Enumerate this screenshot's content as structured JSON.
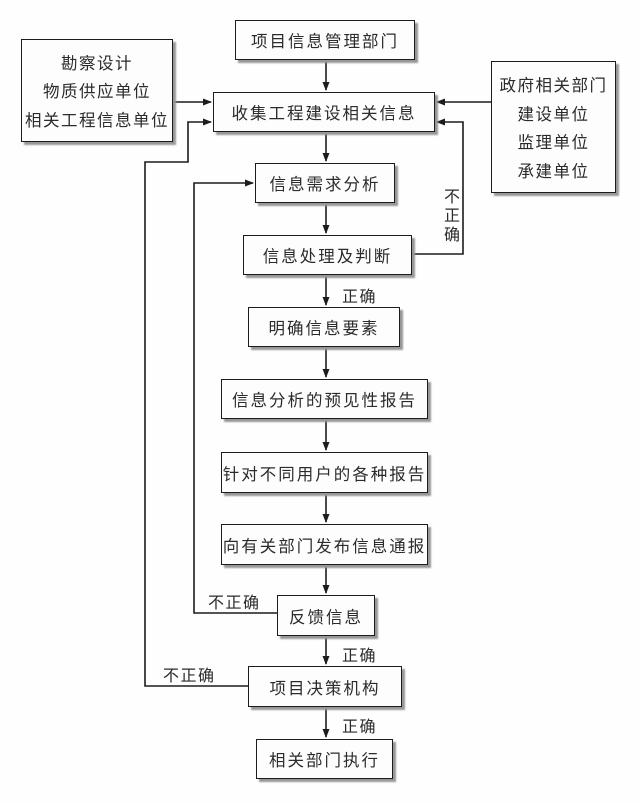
{
  "diagram": {
    "nodes": {
      "top": "项目信息管理部门",
      "collect": "收集工程建设相关信息",
      "need": "信息需求分析",
      "process": "信息处理及判断",
      "clarify": "明确信息要素",
      "forecast": "信息分析的预见性报告",
      "reports": "针对不同用户的各种报告",
      "notify": "向有关部门发布信息通报",
      "feedback": "反馈信息",
      "decision": "项目决策机构",
      "execute": "相关部门执行"
    },
    "left_sources": [
      "勘察设计",
      "物质供应单位",
      "相关工程信息单位"
    ],
    "right_sources": [
      "政府相关部门",
      "建设单位",
      "监理单位",
      "承建单位"
    ],
    "labels": {
      "correct_after_process": "正确",
      "correct_after_feedback": "正确",
      "correct_after_decision": "正确",
      "incorrect_process_loop": "不正确",
      "incorrect_feedback_loop": "不正确",
      "incorrect_decision_loop": "不正确"
    },
    "colors": {
      "line": "#1c1c1c",
      "box_border": "#1c1c1c",
      "box_shadow": "#979797",
      "background": "#fefefe",
      "text": "#2b2b2b"
    }
  }
}
